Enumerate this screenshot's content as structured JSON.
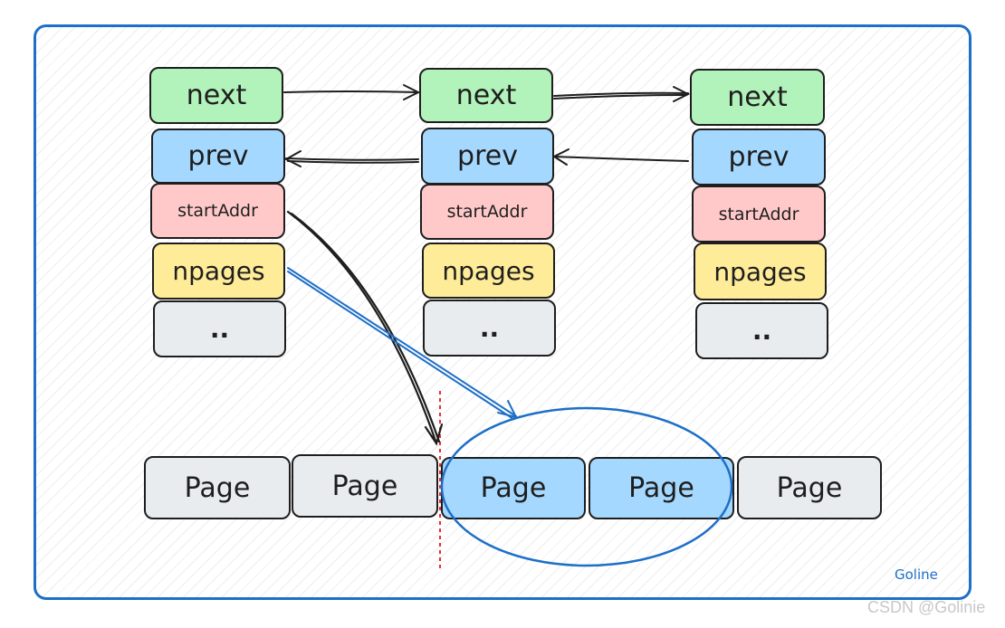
{
  "colors": {
    "frame_border": "#1e6fc8",
    "next_fill": "#b2f2bb",
    "prev_fill": "#a5d8ff",
    "startaddr_fill": "#ffc9c9",
    "npages_fill": "#ffec99",
    "dots_fill": "#e9ecef",
    "page_fill": "#e9ecef",
    "page_selected_fill": "#a5d8ff",
    "pointer_arrow": "#1e1e1e",
    "npages_arrow": "#1e6fc8",
    "ellipse": "#1e6fc8",
    "split_line": "#e03131"
  },
  "spans": [
    {
      "next": "next",
      "prev": "prev",
      "startAddr": "startAddr",
      "npages": "npages",
      "more": ".."
    },
    {
      "next": "next",
      "prev": "prev",
      "startAddr": "startAddr",
      "npages": "npages",
      "more": ".."
    },
    {
      "next": "next",
      "prev": "prev",
      "startAddr": "startAddr",
      "npages": "npages",
      "more": ".."
    }
  ],
  "pages": [
    {
      "label": "Page",
      "selected": false
    },
    {
      "label": "Page",
      "selected": false
    },
    {
      "label": "Page",
      "selected": true
    },
    {
      "label": "Page",
      "selected": true
    },
    {
      "label": "Page",
      "selected": false
    }
  ],
  "author": "Goline",
  "watermark": "CSDN @Golinie"
}
